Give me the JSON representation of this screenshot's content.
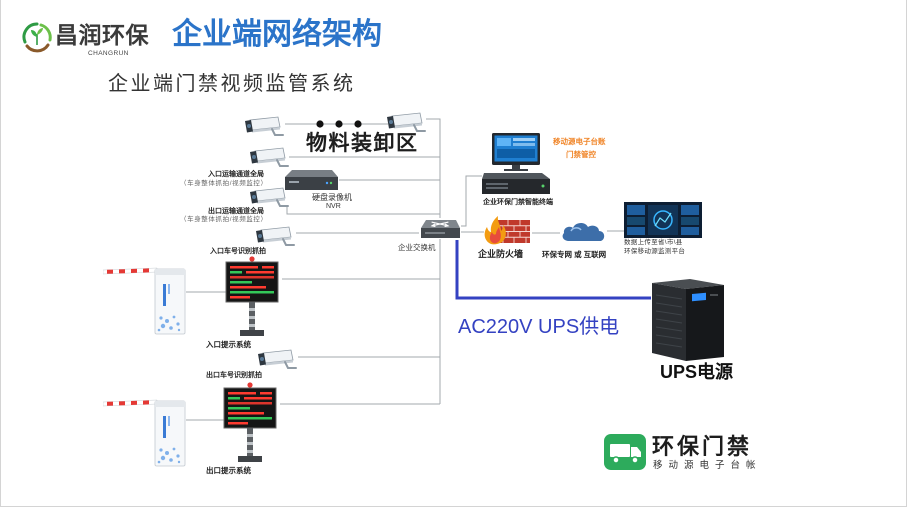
{
  "header": {
    "logo_text": "昌润环保",
    "logo_subtext": "CHANGRUN",
    "title": "企业端网络架构"
  },
  "subtitle": "企业端门禁视频监管系统",
  "diagram": {
    "loading_area": "物料装卸区",
    "entry_channel": {
      "label": "入口运输通道全局",
      "note": "（车身整体抓拍/视频监控）"
    },
    "exit_channel": {
      "label": "出口运输通道全局",
      "note": "（车身整体抓拍/视频监控）"
    },
    "nvr": {
      "label": "硬盘录像机",
      "sublabel": "NVR"
    },
    "entry_plate_camera": "入口车号识别抓拍",
    "switch": "企业交换机",
    "terminal": {
      "screen_caption_1": "移动源电子台账",
      "screen_caption_2": "门禁管控",
      "label": "企业环保门禁智能终端"
    },
    "firewall": "企业防火墙",
    "network": "环保专网 或 互联网",
    "platform": {
      "line1": "数据上传至省\\市\\县",
      "line2": "环保移动源监测平台"
    },
    "entry_prompt": "入口提示系统",
    "exit_plate_camera": "出口车号识别抓拍",
    "exit_prompt": "出口提示系统",
    "power_line": "AC220V UPS供电",
    "ups": "UPS电源"
  },
  "brand": {
    "title": "环保门禁",
    "subtitle": "移动源电子台帐"
  },
  "colors": {
    "title_blue": "#2b74c9",
    "power_line_blue": "#3442c2",
    "caption_orange": "#f0862a",
    "brand_green": "#2dab5c",
    "connector_gray": "#a3a9ae"
  }
}
